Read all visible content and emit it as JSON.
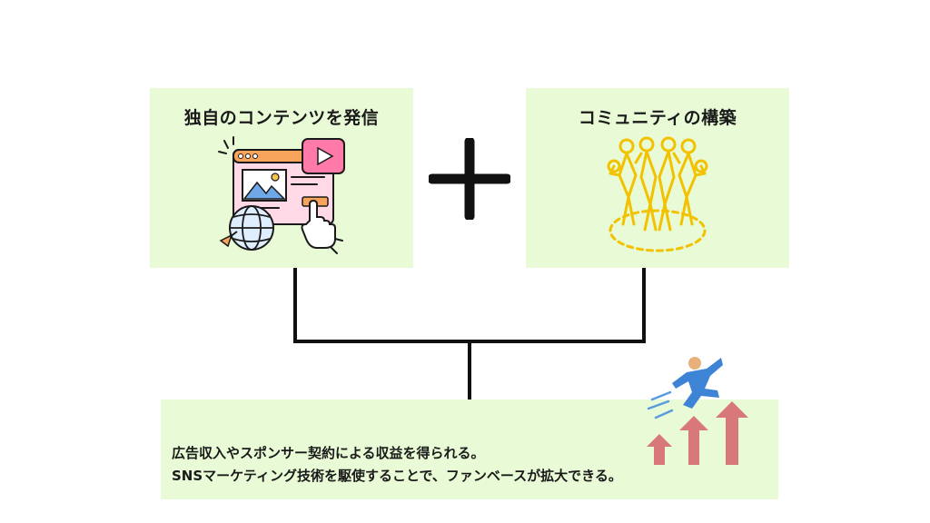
{
  "left_box": {
    "title": "独自のコンテンツを発信",
    "illustration": "content-publishing-icon"
  },
  "right_box": {
    "title": "コミュニティの構築",
    "illustration": "community-people-icon"
  },
  "operator": "plus-icon",
  "result": {
    "line1": "広告収入やスポンサー契約による収益を得られる。",
    "line2": "SNSマーケティング技術を駆使することで、ファンベースが拡大できる。",
    "illustration": "growth-arrows-runner-icon"
  },
  "colors": {
    "box_background": "#e9fbd6",
    "connector": "#111111",
    "community_yellow": "#f2c200",
    "arrow_red": "#d9787a",
    "runner_blue": "#3e84d6"
  }
}
